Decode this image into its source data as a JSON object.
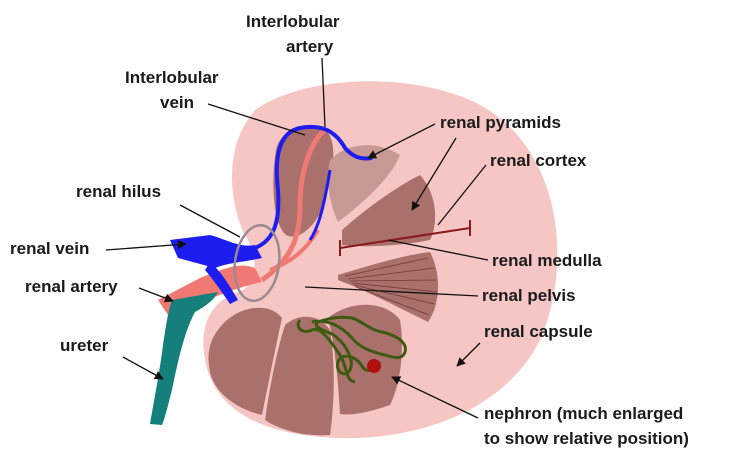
{
  "labels": {
    "interlobular_artery": [
      "Interlobular",
      "artery"
    ],
    "interlobular_vein": [
      "Interlobular",
      "vein"
    ],
    "renal_pyramids": "renal pyramids",
    "renal_cortex": "renal cortex",
    "renal_hilus": "renal hilus",
    "renal_vein": "renal vein",
    "renal_medulla": "renal medulla",
    "renal_artery": "renal artery",
    "renal_pelvis": "renal pelvis",
    "renal_capsule": "renal capsule",
    "ureter": "ureter",
    "nephron": [
      "nephron (much enlarged",
      "to show relative position)"
    ]
  },
  "colors": {
    "capsule": "#f6c6c4",
    "pyramid": "#a9706c",
    "pyramid_light": "#c89894",
    "artery": "#f07a73",
    "vein": "#1d1df0",
    "ureter": "#157f7c",
    "medulla_bar": "#8b1a1a",
    "nephron": "#3d5a10",
    "glomerulus": "#b01010",
    "hilus_ring": "#9a8a90"
  }
}
